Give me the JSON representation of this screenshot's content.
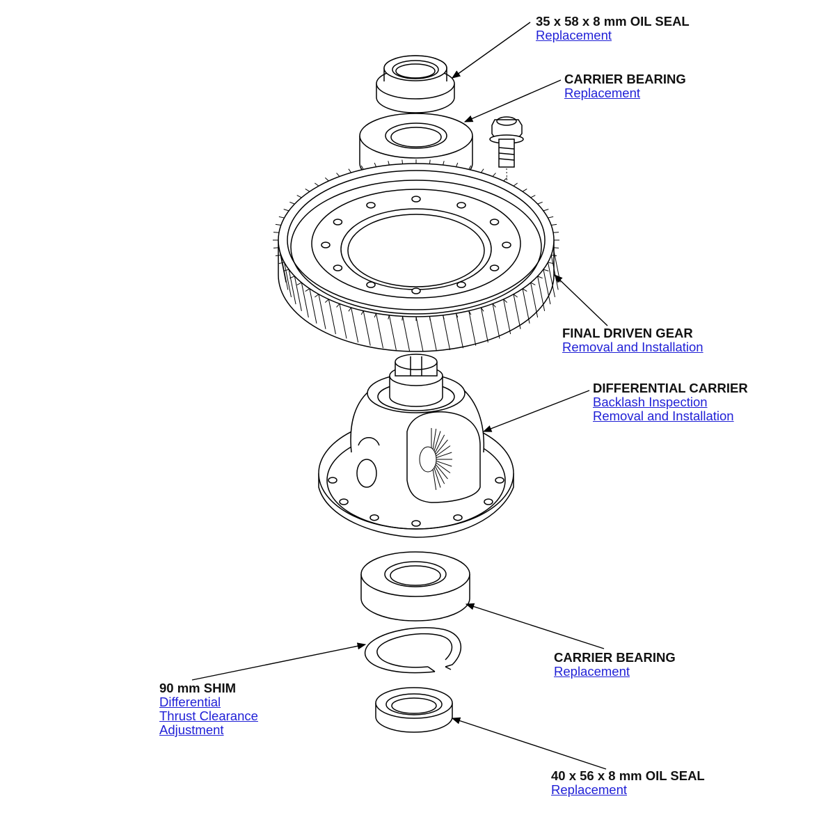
{
  "accent_link_color": "#1f1fd6",
  "callouts": {
    "oil_seal_top": {
      "title": "35 x 58 x 8 mm OIL SEAL",
      "links": [
        "Replacement"
      ]
    },
    "bearing_top": {
      "title": "CARRIER BEARING",
      "links": [
        "Replacement"
      ]
    },
    "final_gear": {
      "title": "FINAL DRIVEN GEAR",
      "links": [
        "Removal and Installation"
      ]
    },
    "diff_carrier": {
      "title": "DIFFERENTIAL CARRIER",
      "links": [
        "Backlash Inspection",
        "Removal and Installation"
      ]
    },
    "bearing_bottom": {
      "title": "CARRIER BEARING",
      "links": [
        "Replacement"
      ]
    },
    "shim": {
      "title": "90 mm SHIM",
      "links": [
        "Differential",
        "Thrust Clearance",
        "Adjustment"
      ]
    },
    "oil_seal_bottom": {
      "title": "40 x 56 x 8 mm OIL SEAL",
      "links": [
        "Replacement"
      ]
    }
  }
}
